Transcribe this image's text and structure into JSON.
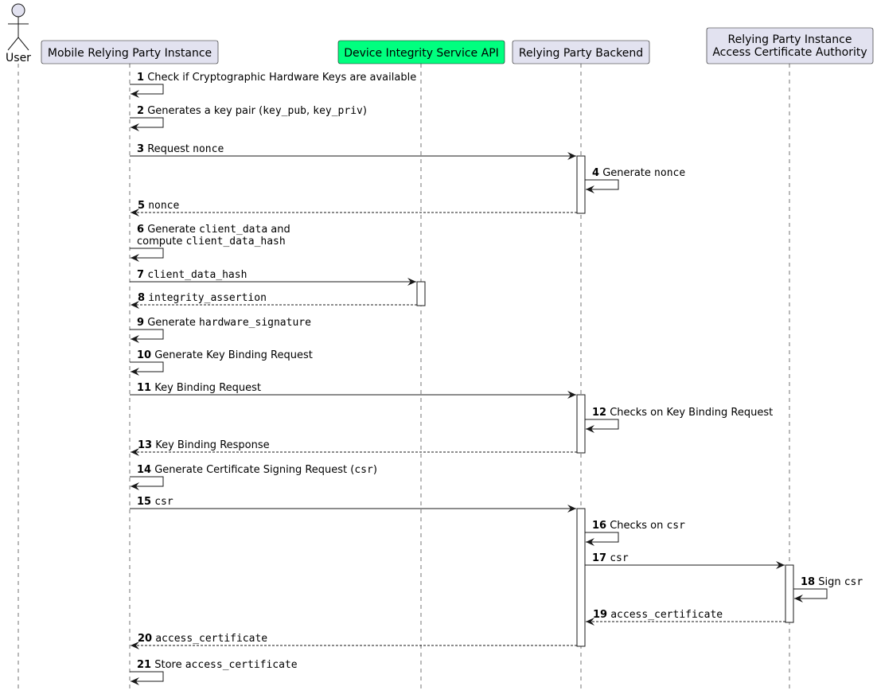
{
  "colors": {
    "participant_fill": "#e2e2f0",
    "participant_stroke": "#181818",
    "highlight_fill": "#00ff7f",
    "lifeline": "#181818",
    "arrow": "#181818",
    "activation_fill": "#ffffff"
  },
  "participants": [
    {
      "id": "user",
      "kind": "actor",
      "lines": [
        "User"
      ]
    },
    {
      "id": "mrpi",
      "kind": "box",
      "lines": [
        "Mobile Relying Party Instance"
      ]
    },
    {
      "id": "dis",
      "kind": "box",
      "lines": [
        "Device Integrity Service API"
      ],
      "highlight": true
    },
    {
      "id": "rpb",
      "kind": "box",
      "lines": [
        "Relying Party Backend"
      ]
    },
    {
      "id": "rpca",
      "kind": "box",
      "lines": [
        "Relying Party Instance",
        "Access Certificate Authority"
      ]
    }
  ],
  "messages": [
    {
      "num": "1",
      "from": "mrpi",
      "to": "mrpi",
      "type": "self",
      "lines": [
        [
          {
            "t": "Check if Cryptographic Hardware Keys are available"
          }
        ]
      ]
    },
    {
      "num": "2",
      "from": "mrpi",
      "to": "mrpi",
      "type": "self",
      "lines": [
        [
          {
            "t": "Generates a key pair ("
          },
          {
            "t": "key_pub",
            "mono": true
          },
          {
            "t": ", "
          },
          {
            "t": "key_priv",
            "mono": true
          },
          {
            "t": ")"
          }
        ]
      ]
    },
    {
      "num": "3",
      "from": "mrpi",
      "to": "rpb",
      "type": "sync",
      "lines": [
        [
          {
            "t": "Request "
          },
          {
            "t": "nonce",
            "mono": true
          }
        ]
      ]
    },
    {
      "num": "4",
      "from": "rpb",
      "to": "rpb",
      "type": "self",
      "lines": [
        [
          {
            "t": "Generate "
          },
          {
            "t": "nonce",
            "mono": true
          }
        ]
      ]
    },
    {
      "num": "5",
      "from": "rpb",
      "to": "mrpi",
      "type": "reply",
      "lines": [
        [
          {
            "t": "nonce",
            "mono": true
          }
        ]
      ]
    },
    {
      "num": "6",
      "from": "mrpi",
      "to": "mrpi",
      "type": "self",
      "lines": [
        [
          {
            "t": "Generate "
          },
          {
            "t": "client_data",
            "mono": true
          },
          {
            "t": " and"
          }
        ],
        [
          {
            "t": "compute "
          },
          {
            "t": "client_data_hash",
            "mono": true
          }
        ]
      ]
    },
    {
      "num": "7",
      "from": "mrpi",
      "to": "dis",
      "type": "sync",
      "lines": [
        [
          {
            "t": "client_data_hash",
            "mono": true
          }
        ]
      ]
    },
    {
      "num": "8",
      "from": "dis",
      "to": "mrpi",
      "type": "reply",
      "lines": [
        [
          {
            "t": "integrity_assertion",
            "mono": true
          }
        ]
      ]
    },
    {
      "num": "9",
      "from": "mrpi",
      "to": "mrpi",
      "type": "self",
      "lines": [
        [
          {
            "t": "Generate "
          },
          {
            "t": "hardware_signature",
            "mono": true
          }
        ]
      ]
    },
    {
      "num": "10",
      "from": "mrpi",
      "to": "mrpi",
      "type": "self",
      "lines": [
        [
          {
            "t": "Generate Key Binding Request"
          }
        ]
      ]
    },
    {
      "num": "11",
      "from": "mrpi",
      "to": "rpb",
      "type": "sync",
      "lines": [
        [
          {
            "t": "Key Binding Request"
          }
        ]
      ]
    },
    {
      "num": "12",
      "from": "rpb",
      "to": "rpb",
      "type": "self",
      "lines": [
        [
          {
            "t": "Checks on Key Binding Request"
          }
        ]
      ]
    },
    {
      "num": "13",
      "from": "rpb",
      "to": "mrpi",
      "type": "reply",
      "lines": [
        [
          {
            "t": "Key Binding Response"
          }
        ]
      ]
    },
    {
      "num": "14",
      "from": "mrpi",
      "to": "mrpi",
      "type": "self",
      "lines": [
        [
          {
            "t": "Generate Certificate Signing Request ("
          },
          {
            "t": "csr",
            "mono": true
          },
          {
            "t": ")"
          }
        ]
      ]
    },
    {
      "num": "15",
      "from": "mrpi",
      "to": "rpb",
      "type": "sync",
      "lines": [
        [
          {
            "t": "csr",
            "mono": true
          }
        ]
      ]
    },
    {
      "num": "16",
      "from": "rpb",
      "to": "rpb",
      "type": "self",
      "lines": [
        [
          {
            "t": "Checks on "
          },
          {
            "t": "csr",
            "mono": true
          }
        ]
      ]
    },
    {
      "num": "17",
      "from": "rpb",
      "to": "rpca",
      "type": "sync",
      "lines": [
        [
          {
            "t": "csr",
            "mono": true
          }
        ]
      ]
    },
    {
      "num": "18",
      "from": "rpca",
      "to": "rpca",
      "type": "self",
      "lines": [
        [
          {
            "t": "Sign "
          },
          {
            "t": "csr",
            "mono": true
          }
        ]
      ]
    },
    {
      "num": "19",
      "from": "rpca",
      "to": "rpb",
      "type": "reply",
      "lines": [
        [
          {
            "t": "access_certificate",
            "mono": true
          }
        ]
      ]
    },
    {
      "num": "20",
      "from": "rpb",
      "to": "mrpi",
      "type": "reply",
      "lines": [
        [
          {
            "t": "access_certificate",
            "mono": true
          }
        ]
      ]
    },
    {
      "num": "21",
      "from": "mrpi",
      "to": "mrpi",
      "type": "self",
      "lines": [
        [
          {
            "t": "Store "
          },
          {
            "t": "access_certificate",
            "mono": true
          }
        ]
      ]
    }
  ],
  "activations": [
    {
      "participant": "rpb",
      "from_msg": "3",
      "to_msg": "5"
    },
    {
      "participant": "dis",
      "from_msg": "7",
      "to_msg": "8"
    },
    {
      "participant": "rpb",
      "from_msg": "11",
      "to_msg": "13"
    },
    {
      "participant": "rpb",
      "from_msg": "15",
      "to_msg": "20"
    },
    {
      "participant": "rpca",
      "from_msg": "17",
      "to_msg": "19"
    }
  ]
}
